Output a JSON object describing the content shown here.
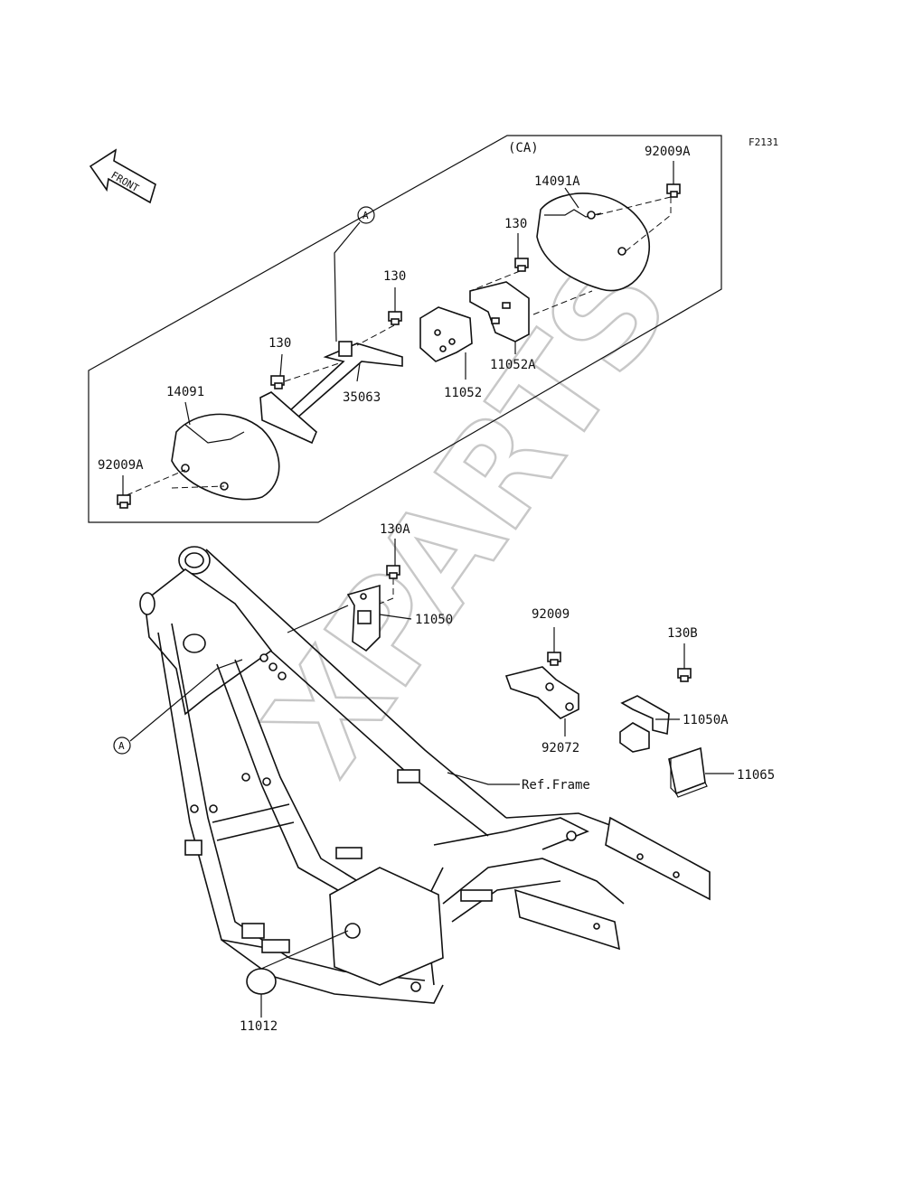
{
  "figure_code": "F2131",
  "watermark": "XPARTS",
  "front_arrow": {
    "label": "FRONT"
  },
  "inset": {
    "label": "(CA)"
  },
  "reference_markers": [
    "A",
    "A"
  ],
  "parts": [
    {
      "id": "92009A_top",
      "label": "92009A"
    },
    {
      "id": "14091A",
      "label": "14091A"
    },
    {
      "id": "130_c",
      "label": "130"
    },
    {
      "id": "130_b",
      "label": "130"
    },
    {
      "id": "130_a",
      "label": "130"
    },
    {
      "id": "11052A",
      "label": "11052A"
    },
    {
      "id": "35063",
      "label": "35063"
    },
    {
      "id": "11052",
      "label": "11052"
    },
    {
      "id": "14091",
      "label": "14091"
    },
    {
      "id": "92009A_bottom",
      "label": "92009A"
    },
    {
      "id": "130A",
      "label": "130A"
    },
    {
      "id": "11050",
      "label": "11050"
    },
    {
      "id": "92009",
      "label": "92009"
    },
    {
      "id": "130B",
      "label": "130B"
    },
    {
      "id": "11050A",
      "label": "11050A"
    },
    {
      "id": "92072",
      "label": "92072"
    },
    {
      "id": "11065",
      "label": "11065"
    },
    {
      "id": "ref_frame",
      "label": "Ref.Frame"
    },
    {
      "id": "11012",
      "label": "11012"
    }
  ]
}
